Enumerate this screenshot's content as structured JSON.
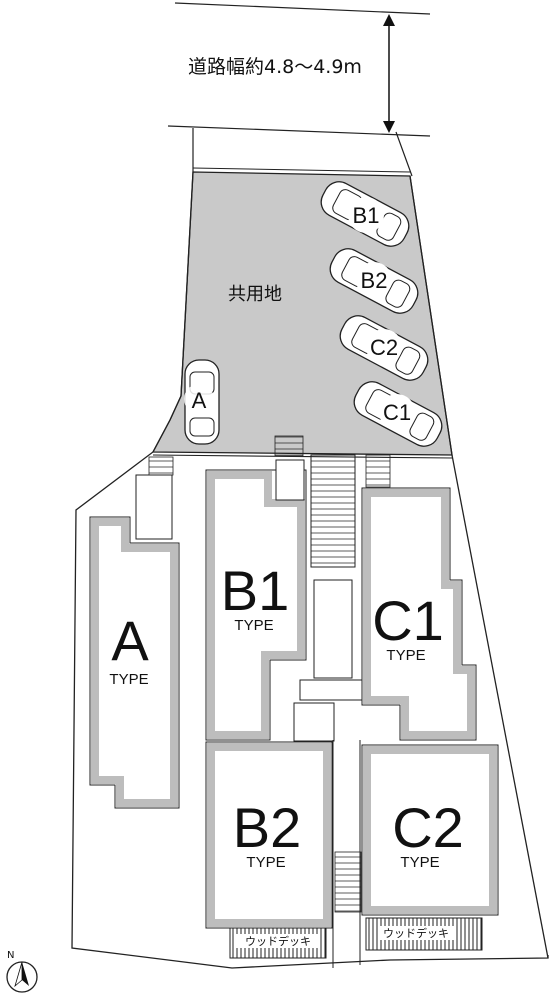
{
  "road": {
    "width_label": "道路幅約4.8〜4.9m"
  },
  "common_area": {
    "label": "共用地"
  },
  "parking": [
    {
      "id": "A"
    },
    {
      "id": "B1"
    },
    {
      "id": "B2"
    },
    {
      "id": "C2"
    },
    {
      "id": "C1"
    }
  ],
  "units": [
    {
      "name": "A",
      "type": "TYPE"
    },
    {
      "name": "B1",
      "type": "TYPE"
    },
    {
      "name": "C1",
      "type": "TYPE"
    },
    {
      "name": "B2",
      "type": "TYPE"
    },
    {
      "name": "C2",
      "type": "TYPE"
    }
  ],
  "decks": [
    {
      "label": "ウッドデッキ"
    },
    {
      "label": "ウッドデッキ"
    }
  ],
  "compass": {
    "label": "N"
  }
}
